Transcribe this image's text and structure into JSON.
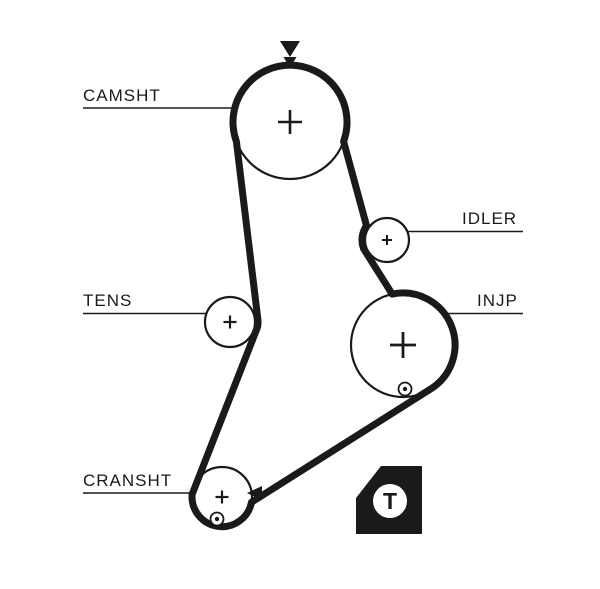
{
  "diagram": {
    "type": "timing-belt-routing",
    "ink_color": "#1a1a1a",
    "background_color": "#ffffff",
    "labels": {
      "camshaft": "CAMSHT",
      "idler": "IDLER",
      "tensioner": "TENS",
      "injection_pump": "INJP",
      "crankshaft": "CRANSHT"
    },
    "markers": {
      "tool_badge_letter": "T",
      "camshaft_timing_arrows": "double-triangle-down",
      "crankshaft_direction_arrow": "triangle-left",
      "timing_dot_positions": [
        "injection-pump-bottom",
        "crankshaft-bottom-left"
      ]
    }
  }
}
